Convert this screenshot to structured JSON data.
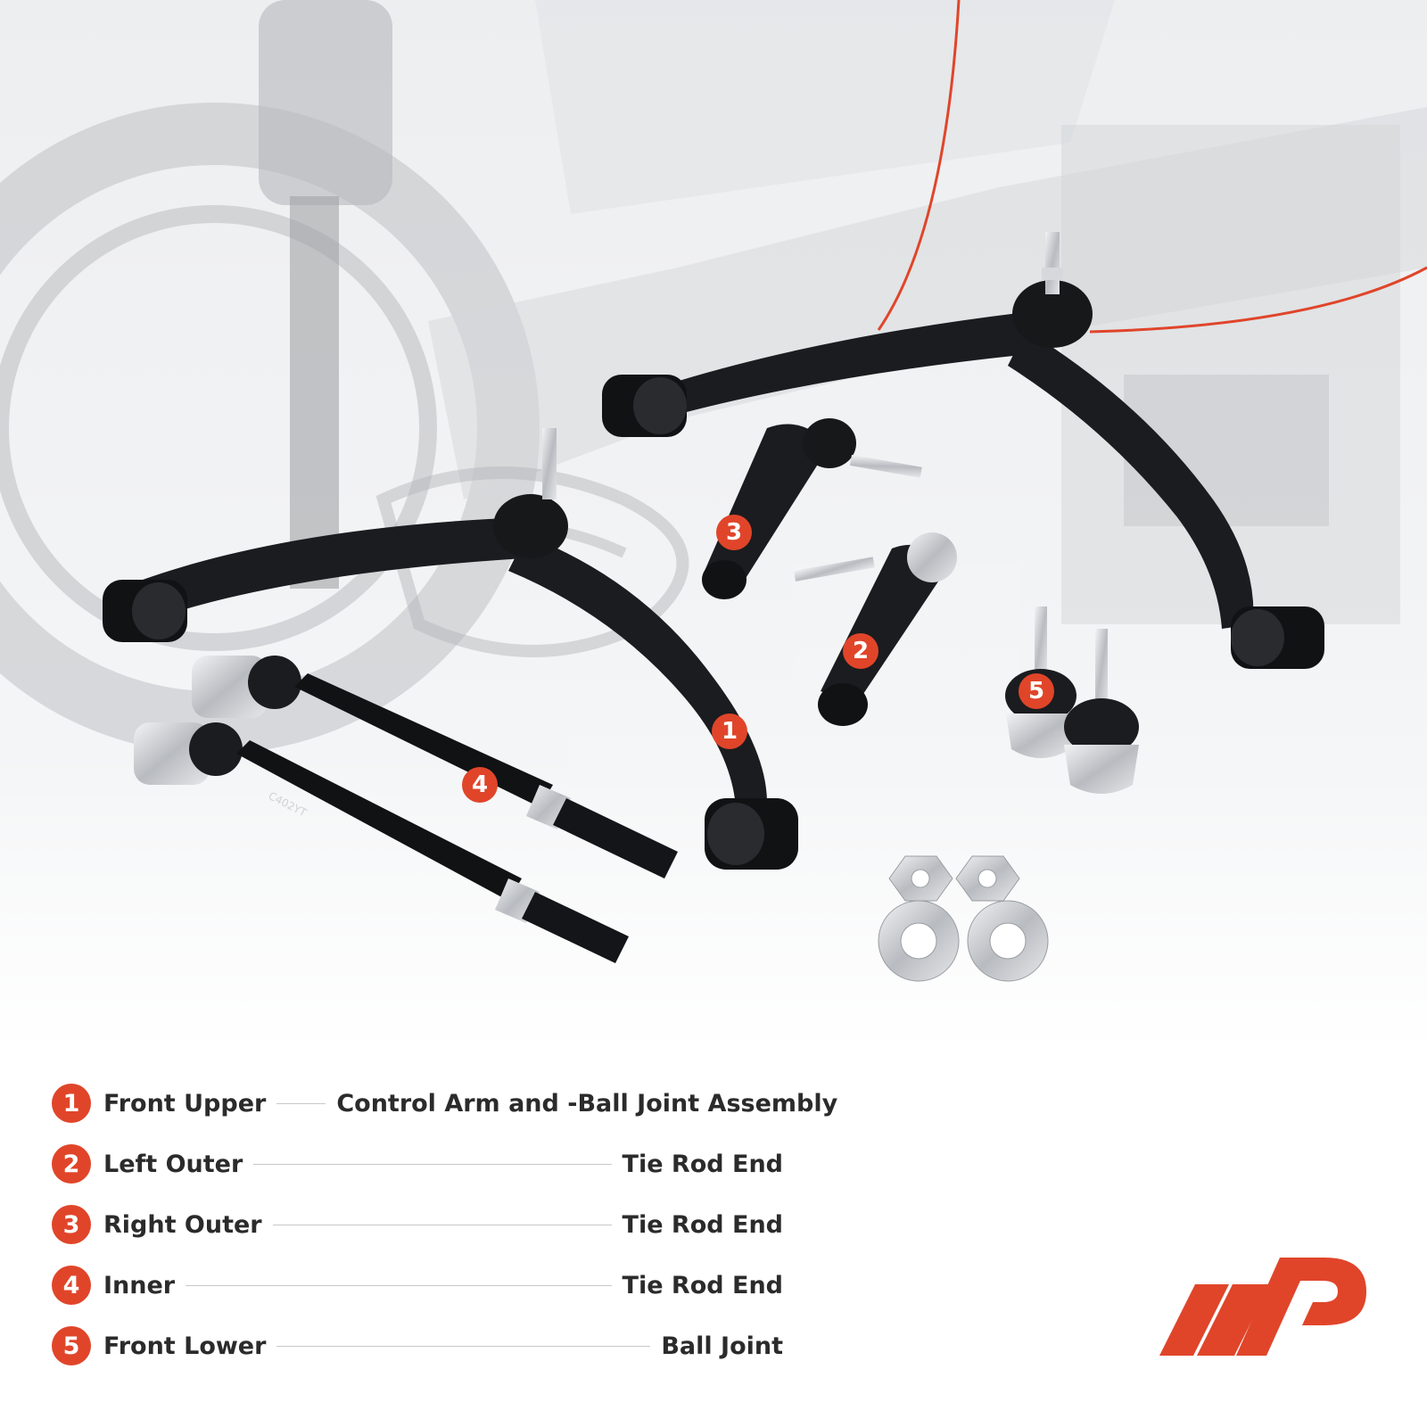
{
  "colors": {
    "accent": "#e0452a",
    "scene_bg": "#e9eaec",
    "part_dark": "#1b1c1f",
    "chrome": "#c9cbcf"
  },
  "markers": [
    {
      "number": "1",
      "part": "control-arm"
    },
    {
      "number": "2",
      "part": "left-outer-tie-rod-end"
    },
    {
      "number": "3",
      "part": "right-outer-tie-rod-end"
    },
    {
      "number": "4",
      "part": "inner-tie-rod-end"
    },
    {
      "number": "5",
      "part": "ball-joint"
    }
  ],
  "rod_marking": "C402YT",
  "legend": [
    {
      "number": "1",
      "left": "Front Upper",
      "right": "Control Arm and -Ball Joint Assembly"
    },
    {
      "number": "2",
      "left": "Left Outer",
      "right": "Tie Rod End"
    },
    {
      "number": "3",
      "left": "Right Outer",
      "right": "Tie Rod End"
    },
    {
      "number": "4",
      "left": "Inner",
      "right": "Tie Rod End"
    },
    {
      "number": "5",
      "left": "Front Lower",
      "right": "Ball Joint"
    }
  ],
  "logo": {
    "name": "brand-logo"
  }
}
